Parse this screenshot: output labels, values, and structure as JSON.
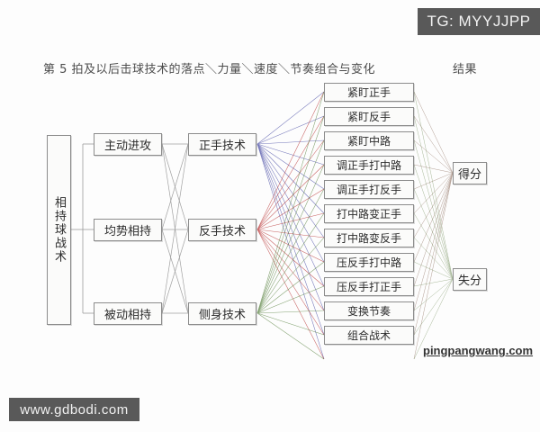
{
  "watermarks": {
    "telegram": "TG: MYYJJPP",
    "site_bottom_left": "www.gdbodi.com",
    "site_inline": "pingpangwang.com"
  },
  "headings": {
    "main": "第 5 拍及以后击球技术的落点＼力量＼速度＼节奏组合与变化",
    "result": "结果"
  },
  "diagram": {
    "root": {
      "label": "相持球战术"
    },
    "level2": [
      {
        "label": "主动进攻"
      },
      {
        "label": "均势相持"
      },
      {
        "label": "被动相持"
      }
    ],
    "level3": [
      {
        "label": "正手技术",
        "accent": "#3b3f9e"
      },
      {
        "label": "反手技术",
        "accent": "#b22222"
      },
      {
        "label": "侧身技术",
        "accent": "#4e7a34"
      }
    ],
    "level4": [
      {
        "label": "紧盯正手"
      },
      {
        "label": "紧盯反手"
      },
      {
        "label": "紧盯中路"
      },
      {
        "label": "调正手打中路"
      },
      {
        "label": "调正手打反手"
      },
      {
        "label": "打中路变正手"
      },
      {
        "label": "打中路变反手"
      },
      {
        "label": "压反手打中路"
      },
      {
        "label": "压反手打正手"
      },
      {
        "label": "变换节奏"
      },
      {
        "label": "组合战术"
      }
    ],
    "level5": [
      {
        "label": "得分"
      },
      {
        "label": "失分"
      }
    ]
  },
  "colors": {
    "box_border": "#8c8c8c",
    "box_fill": "#fbfbfa",
    "link_gray": "#8a8a8a",
    "accent_forehand": "#3b3f9e",
    "accent_backhand": "#b22222",
    "accent_pivot": "#4e7a34",
    "badge_bg": "#595959",
    "badge_text": "#f2f2f2"
  }
}
